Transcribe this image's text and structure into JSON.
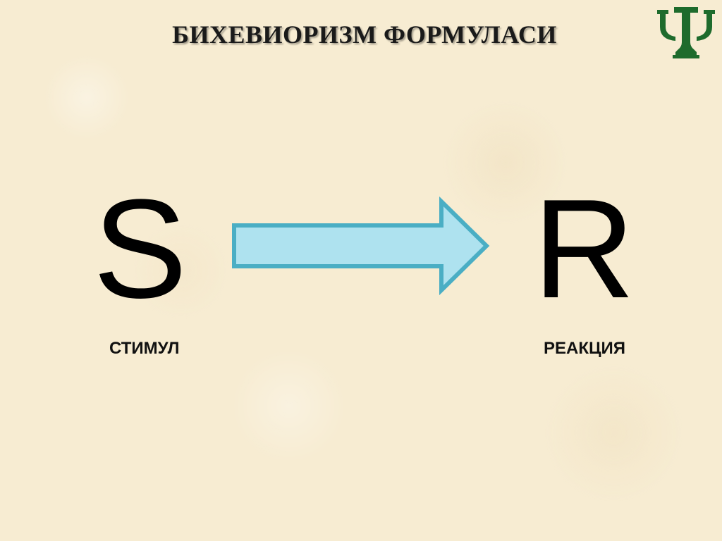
{
  "slide": {
    "title": "БИХЕВИОРИЗМ ФОРМУЛАСИ"
  },
  "diagram": {
    "stimulus": {
      "symbol": "S",
      "label": "СТИМУЛ"
    },
    "response": {
      "symbol": "R",
      "label": "РЕАКЦИЯ"
    },
    "connector": {
      "icon": "right-arrow-icon",
      "fill_color": "#aee2ef",
      "stroke_color": "#4aaec4"
    }
  },
  "logo": {
    "icon": "psi-logo-icon",
    "color": "#1e6b2c"
  },
  "colors": {
    "background": "#f7ecd2",
    "text": "#000000"
  }
}
